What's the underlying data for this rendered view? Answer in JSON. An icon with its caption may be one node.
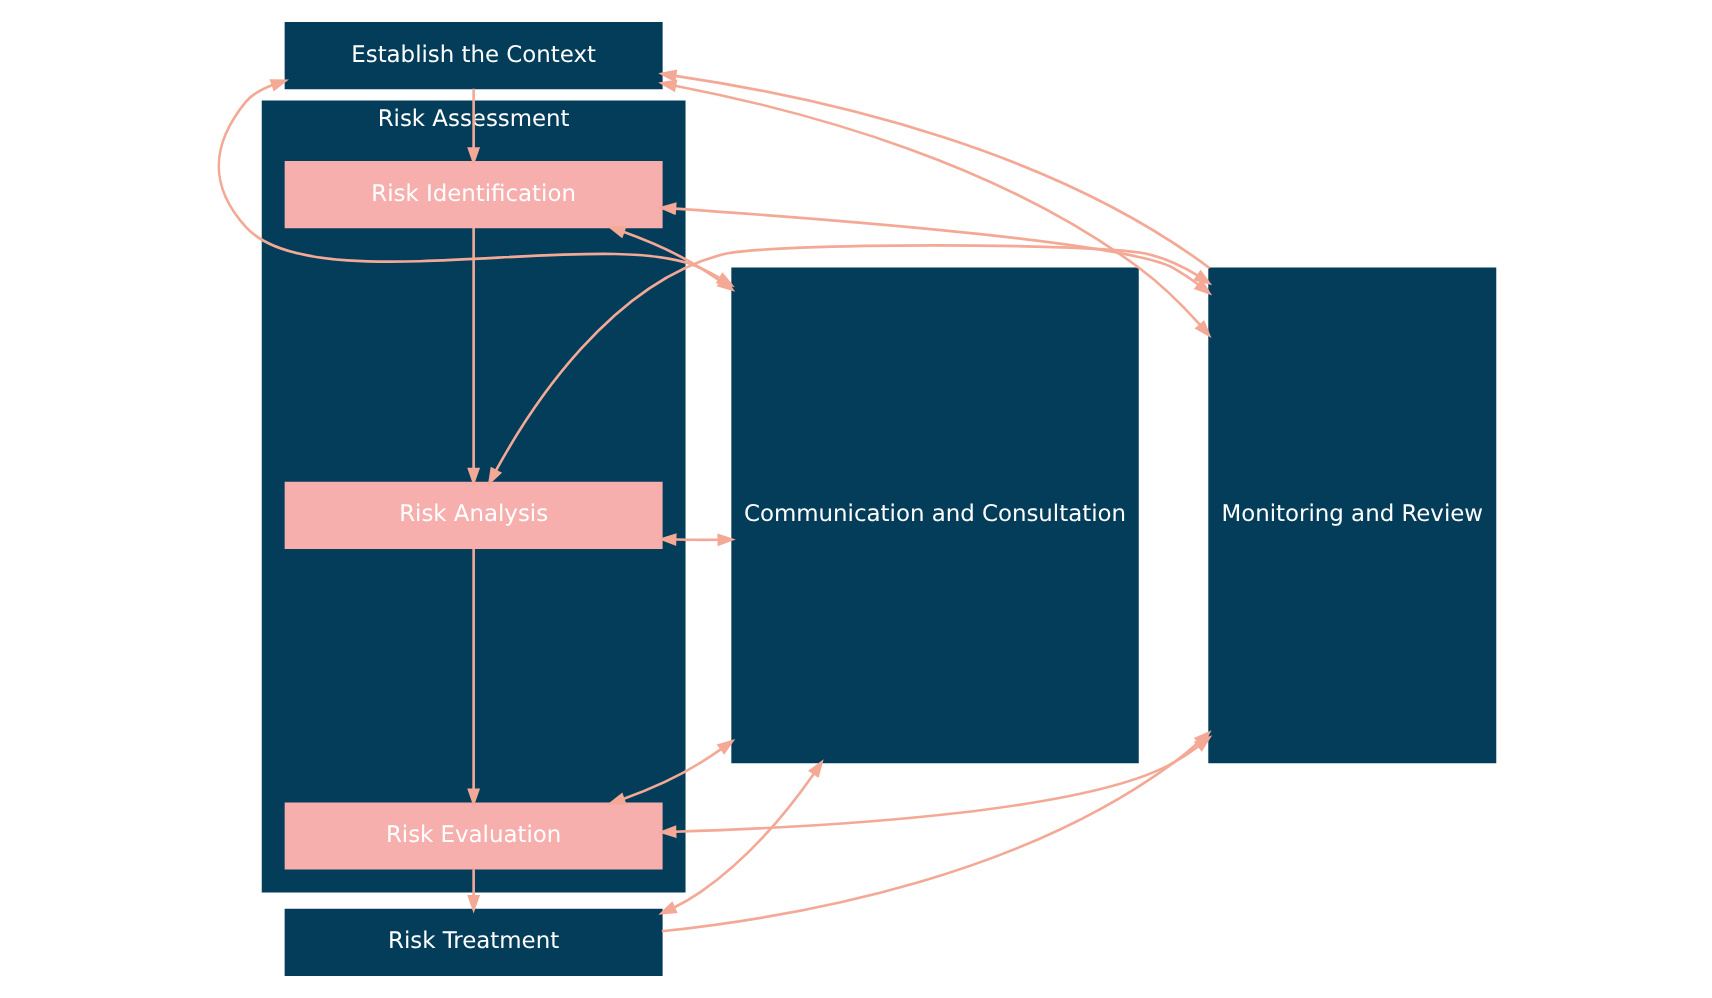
{
  "diagram": {
    "nodes": [
      {
        "text": [
          "Communication and Consultation"
        ]
      },
      {
        "text": [
          "Establish the Context"
        ]
      },
      {
        "text": [
          "Risk Assessment"
        ]
      },
      {
        "text": [
          "Risk Identification"
        ],
        "in": 2
      },
      {
        "text": [
          "Risk Analysis"
        ],
        "in": 2
      },
      {
        "text": [
          "Risk Evaluation"
        ],
        "in": 2
      },
      {
        "text": [
          "Risk Treatment"
        ]
      },
      {
        "text": [
          "Monitoring and Review"
        ]
      }
    ],
    "edges": [
      {
        "from": 1,
        "to": 3,
        "arrow": "to"
      },
      {
        "from": 3,
        "to": 4,
        "arrow": "to"
      },
      {
        "from": 4,
        "to": 5,
        "arrow": "to"
      },
      {
        "from": 5,
        "to": 6,
        "arrow": "to"
      },
      {
        "from": 0,
        "to": 1,
        "arrow": "both"
      },
      {
        "from": 0,
        "to": 3,
        "arrow": "both"
      },
      {
        "from": 0,
        "to": 4,
        "arrow": "both"
      },
      {
        "from": 0,
        "to": 5,
        "arrow": "both"
      },
      {
        "from": 0,
        "to": 6,
        "arrow": "both"
      },
      {
        "from": 1,
        "to": 7,
        "arrow": "both"
      },
      {
        "from": 3,
        "to": 7,
        "arrow": "both"
      },
      {
        "from": 4,
        "to": 7,
        "arrow": "both"
      },
      {
        "from": 5,
        "to": 7,
        "arrow": "both"
      },
      {
        "from": 6,
        "to": 7,
        "arrow": "to"
      },
      {
        "from": 7,
        "to": 1,
        "arrow": "to"
      }
    ]
  }
}
